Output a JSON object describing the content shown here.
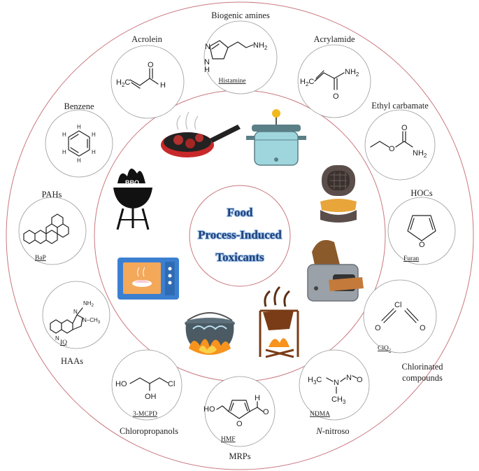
{
  "center": {
    "line1": "Food",
    "line2": "Process-Induced",
    "line3": "Toxicants"
  },
  "categories": {
    "biogenic_amines": {
      "label": "Biogenic amines",
      "example": "Histamine"
    },
    "acrolein": {
      "label": "Acrolein"
    },
    "acrylamide": {
      "label": "Acrylamide"
    },
    "benzene": {
      "label": "Benzene"
    },
    "ethyl_carbamate": {
      "label": "Ethyl carbamate"
    },
    "pahs": {
      "label": "PAHs",
      "example": "BaP"
    },
    "hocs": {
      "label": "HOCs",
      "example": "Furan"
    },
    "haas": {
      "label": "HAAs",
      "example": "IQ"
    },
    "chlorinated": {
      "label1": "Chlorinated",
      "label2": "compounds",
      "example": "ClO",
      "example_sub": "2"
    },
    "chloropropanols": {
      "label": "Chloropropanols",
      "example": "3-MCPD"
    },
    "n_nitroso": {
      "label_italic": "N",
      "label_rest": "-nitroso",
      "example": "NDMA"
    },
    "mrps": {
      "label": "MRPs",
      "example": "HMF"
    }
  },
  "atoms": {
    "nh2": "NH",
    "two": "2",
    "n": "N",
    "h": "H",
    "o": "O",
    "cl": "Cl",
    "c": "C",
    "h2c": "H",
    "oh": "OH",
    "ho": "HO",
    "h3c": "H",
    "three": "3",
    "ch": "CH",
    "ch3_suffix": "N–CH",
    "bbq": "BBQ"
  }
}
